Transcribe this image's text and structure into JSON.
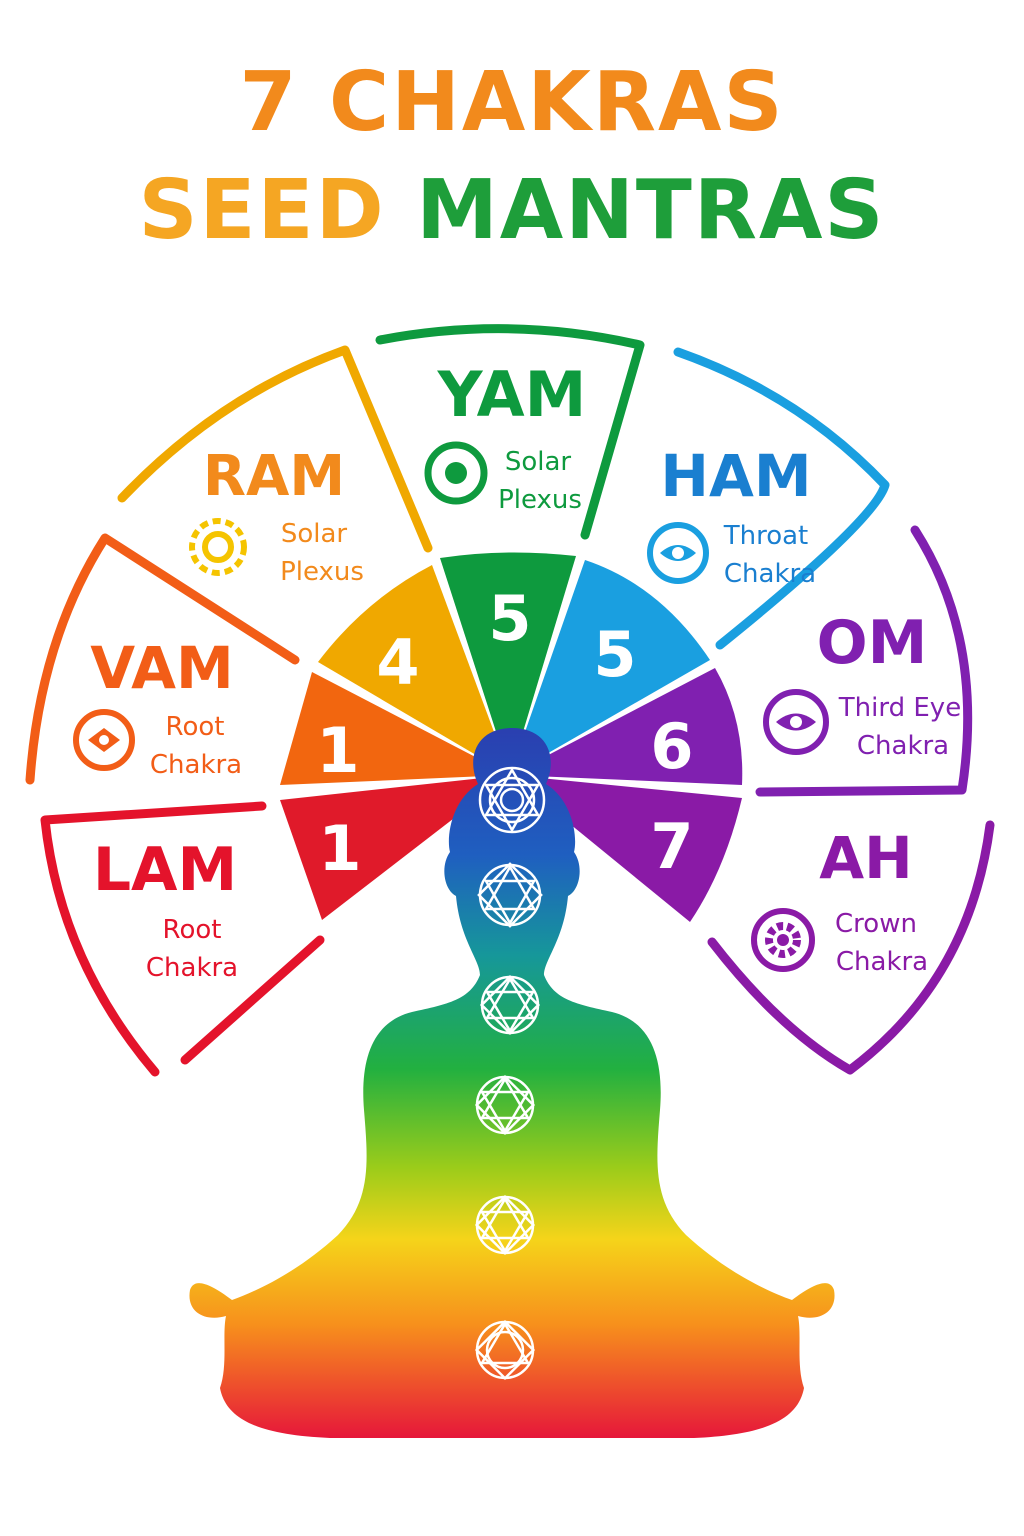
{
  "title": {
    "line1_a": "7 CHAKRAS",
    "line2_a": "SEED",
    "line2_b": "MANTRAS"
  },
  "sectors": [
    {
      "mantra": "LAM",
      "label_1": "Root",
      "label_2": "Chakra",
      "number": "1",
      "color": "#e4132b",
      "icon": "none"
    },
    {
      "mantra": "VAM",
      "label_1": "Root",
      "label_2": "Chakra",
      "number": "1",
      "color": "#f25d17",
      "icon": "eye-icon"
    },
    {
      "mantra": "RAM",
      "label_1": "Solar",
      "label_2": "Plexus",
      "number": "4",
      "color": "#f0a800",
      "icon": "sun-icon"
    },
    {
      "mantra": "YAM",
      "label_1": "Solar",
      "label_2": "Plexus",
      "number": "5",
      "color": "#0e9a3e",
      "icon": "ring-icon"
    },
    {
      "mantra": "HAM",
      "label_1": "Throat",
      "label_2": "Chakra",
      "number": "5",
      "color": "#1a9fe0",
      "icon": "eye-icon"
    },
    {
      "mantra": "OM",
      "label_1": "Third Eye",
      "label_2": "Chakra",
      "number": "6",
      "color": "#8020b0",
      "icon": "eye-icon"
    },
    {
      "mantra": "AH",
      "label_1": "Crown",
      "label_2": "Chakra",
      "number": "7",
      "color": "#8a1aa6",
      "icon": "gear-icon"
    }
  ],
  "colors": {
    "title_orange": "#f28a1c",
    "title_green": "#1e9e3a",
    "title_blue": "#1a6fd0",
    "inner_root": "#e01a2a",
    "inner_sacral": "#f2660f"
  }
}
